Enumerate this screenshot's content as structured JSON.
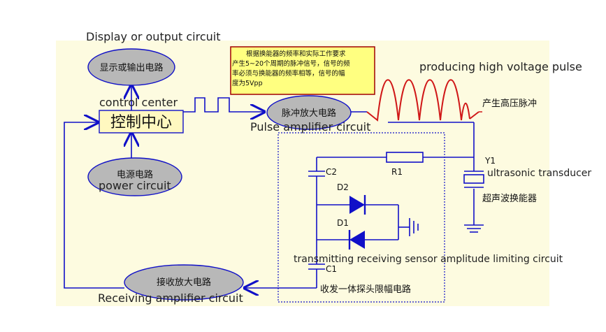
{
  "labels": {
    "display_en": "Display or output circuit",
    "display_cn": "显示或输出电路",
    "control_en": "control center",
    "control_cn": "控制中心",
    "power_cn": "电源电路",
    "power_en": "power circuit",
    "pulse_amp_cn": "脉冲放大电路",
    "pulse_amp_en": "Pulse amplifier circuit",
    "high_voltage_en": "producing high voltage pulse",
    "high_voltage_cn": "产生高压脉冲",
    "receiving_cn": "接收放大电路",
    "receiving_en": "Receiving amplifier circuit",
    "sensor_en": "transmitting receiving sensor amplitude limiting circuit",
    "sensor_cn": "收发一体探头限幅电路",
    "transducer_en": "ultrasonic transducer",
    "transducer_cn": "超声波换能器"
  },
  "note": {
    "lines": [
      "根据换能器的频率和实际工作要求",
      "产生5~20个周期的脉冲信号，信号的频",
      "率必须与换能器的频率相等，信号的幅",
      "度为5Vpp"
    ]
  },
  "components": {
    "c2": "C2",
    "r1": "R1",
    "d2": "D2",
    "d1": "D1",
    "c1": "C1",
    "y1": "Y1"
  },
  "colors": {
    "background": "#fdfbe0",
    "wire": "#1010c8",
    "ellipse_fill": "#b8b8b8",
    "pulse": "#d01818",
    "note_fill": "#ffff80",
    "note_border": "#a00000",
    "control_fill": "#fff8c0",
    "diode": "#1010c8"
  }
}
